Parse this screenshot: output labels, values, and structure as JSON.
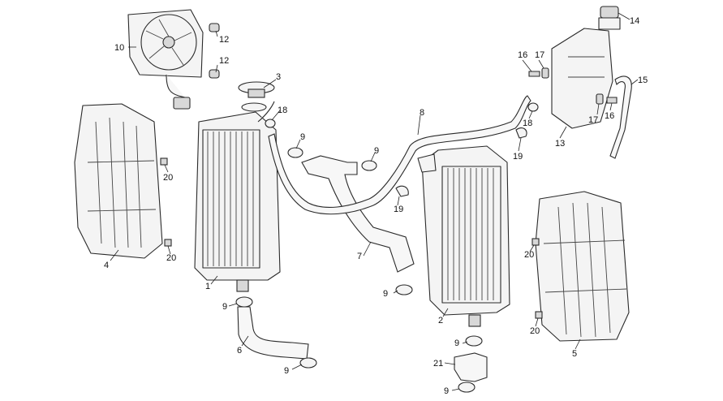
{
  "callouts": {
    "c1": "1",
    "c2": "2",
    "c3": "3",
    "c4": "4",
    "c5": "5",
    "c6": "6",
    "c7": "7",
    "c8": "8",
    "c9a": "9",
    "c9b": "9",
    "c9c": "9",
    "c9d": "9",
    "c9e": "9",
    "c9f": "9",
    "c9g": "9",
    "c10": "10",
    "c12a": "12",
    "c12b": "12",
    "c13": "13",
    "c14": "14",
    "c15": "15",
    "c16a": "16",
    "c16b": "16",
    "c17a": "17",
    "c17b": "17",
    "c18a": "18",
    "c18b": "18",
    "c19a": "19",
    "c19b": "19",
    "c20a": "20",
    "c20b": "20",
    "c20c": "20",
    "c20d": "20",
    "c21": "21"
  }
}
